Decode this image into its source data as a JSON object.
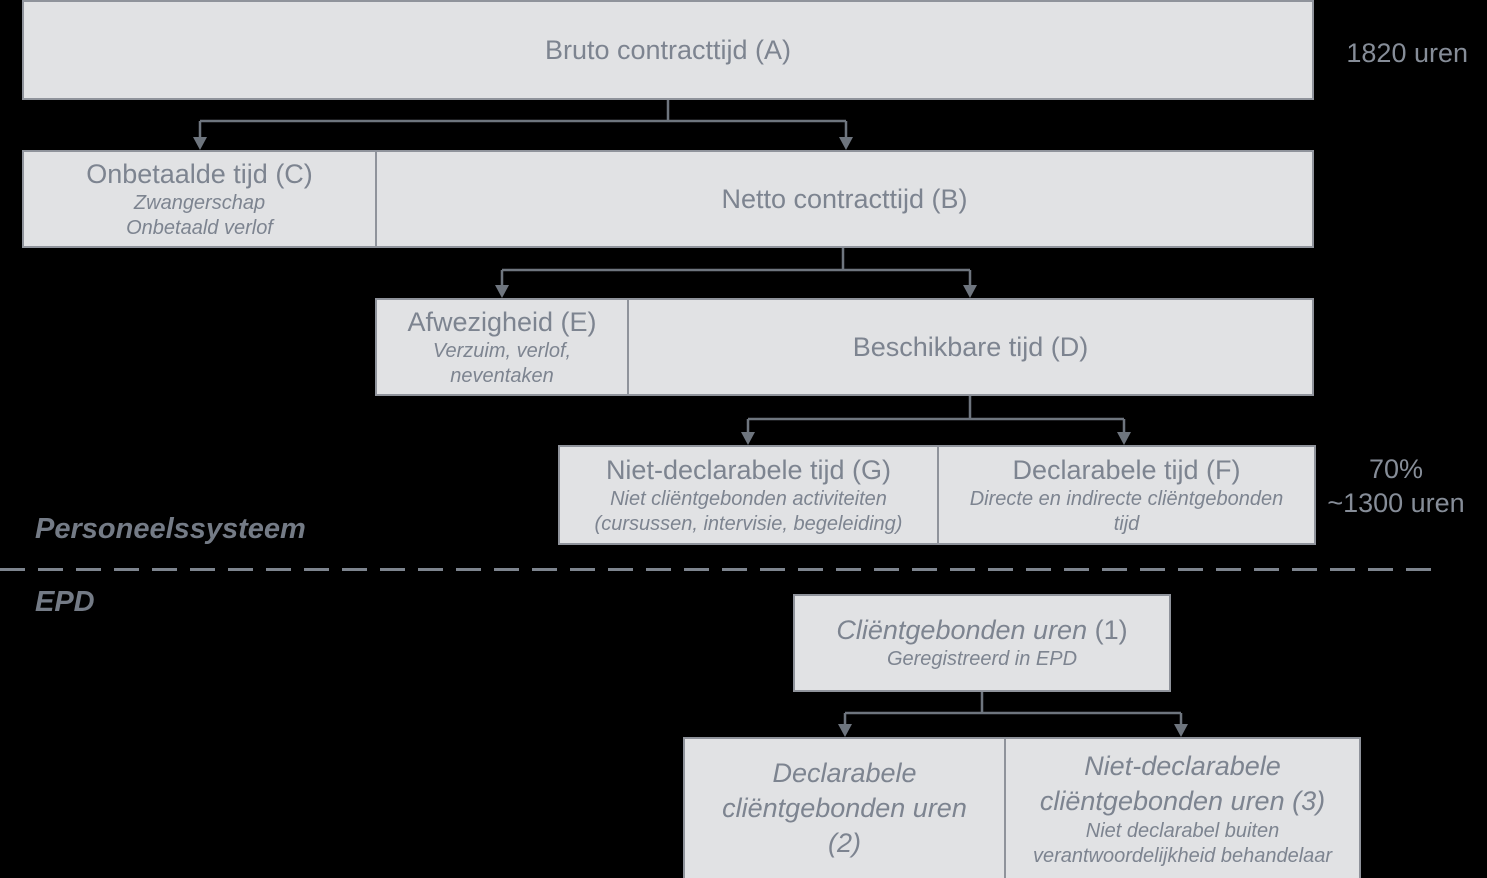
{
  "colors": {
    "background": "#000000",
    "box_fill": "#e1e2e4",
    "box_border": "#8f939b",
    "text": "#7d8490",
    "connector": "#6e757e",
    "dashed_line": "#7d848e"
  },
  "sections": {
    "top_label": "Personeelssysteem",
    "bottom_label": "EPD"
  },
  "annotations": {
    "total_hours": "1820 uren",
    "declarable_percent": "70%",
    "declarable_hours": "~1300 uren"
  },
  "boxes": {
    "A": {
      "title": "Bruto contracttijd (A)"
    },
    "C": {
      "title": "Onbetaalde tijd (C)",
      "subtitle_lines": [
        "Zwangerschap",
        "Onbetaald verlof"
      ]
    },
    "B": {
      "title": "Netto contracttijd (B)"
    },
    "E": {
      "title": "Afwezigheid (E)",
      "subtitle_lines": [
        "Verzuim, verlof,",
        "neventaken"
      ]
    },
    "D": {
      "title": "Beschikbare tijd (D)"
    },
    "G": {
      "title": "Niet-declarabele tijd (G)",
      "subtitle_lines": [
        "Niet cliëntgebonden activiteiten",
        "(cursussen, intervisie, begeleiding)"
      ]
    },
    "F": {
      "title": "Declarabele tijd (F)",
      "subtitle_lines": [
        "Directe en indirecte cliëntgebonden",
        "tijd"
      ]
    },
    "b1": {
      "title": "Cliëntgebonden uren",
      "title_suffix": " (1)",
      "subtitle_lines": [
        "Geregistreerd in EPD"
      ]
    },
    "b2": {
      "title_lines": [
        "Declarabele",
        "cliëntgebonden uren",
        "(2)"
      ]
    },
    "b3": {
      "title_lines": [
        "Niet-declarabele",
        "cliëntgebonden uren (3)"
      ],
      "subtitle_lines": [
        "Niet declarabel buiten",
        "verantwoordelijkheid behandelaar"
      ]
    }
  }
}
